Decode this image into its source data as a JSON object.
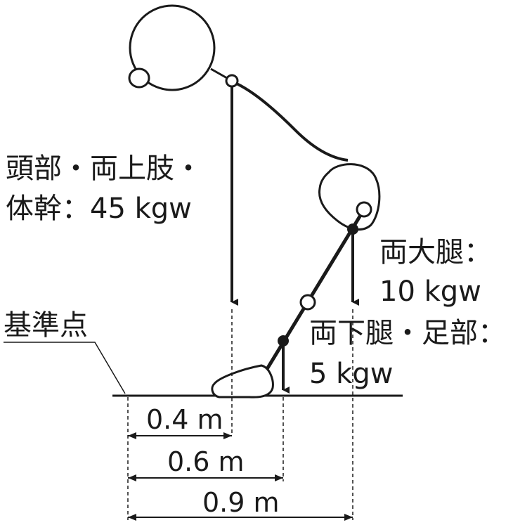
{
  "labels": {
    "upper_body_line1": "頭部・両上肢・",
    "upper_body_line2": "体幹：45 kgw",
    "thigh_line1": "両大腿：",
    "thigh_line2": "10 kgw",
    "lower_leg_line1": "両下腿・足部：",
    "lower_leg_line2": "5 kgw",
    "reference_point": "基準点"
  },
  "dimensions": {
    "d1": "0.4 m",
    "d2": "0.6 m",
    "d3": "0.9 m"
  },
  "colors": {
    "ink": "#1a1a1a",
    "background": "#ffffff"
  }
}
